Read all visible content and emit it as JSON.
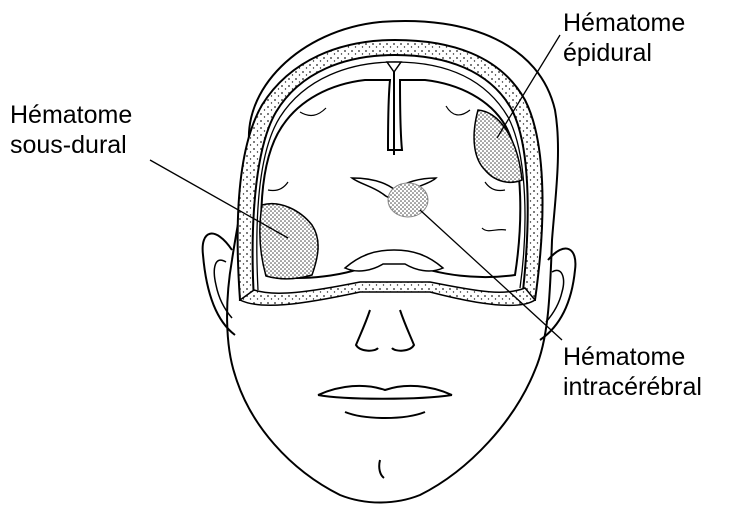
{
  "labels": {
    "epidural": [
      "Hématome",
      "épidural"
    ],
    "subdural": [
      "Hématome",
      "sous-dural"
    ],
    "intracerebral": [
      "Hématome",
      "intracérébral"
    ]
  },
  "colors": {
    "line": "#000000",
    "background": "#ffffff",
    "hematoma_stipple": "#555555"
  }
}
